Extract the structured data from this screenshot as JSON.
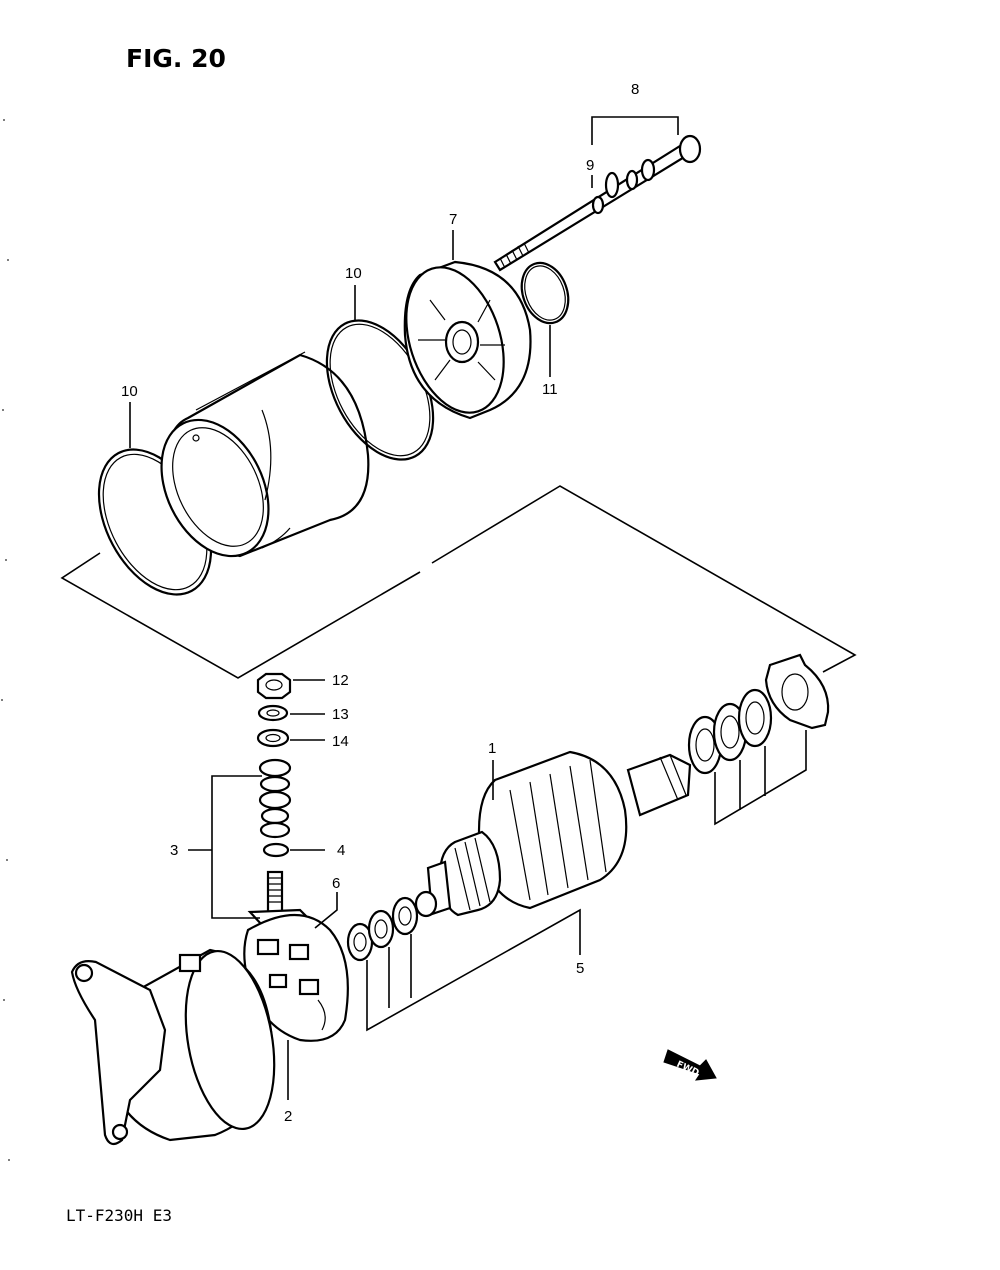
{
  "figure": {
    "title": "FIG. 20"
  },
  "model": {
    "code": "LT-F230H  E3"
  },
  "callouts": {
    "c1": "1",
    "c2": "2",
    "c3": "3",
    "c4": "4",
    "c5": "5",
    "c6": "6",
    "c7": "7",
    "c8": "8",
    "c9": "9",
    "c10a": "10",
    "c10b": "10",
    "c11": "11",
    "c12": "12",
    "c13": "13",
    "c14": "14"
  },
  "fwd": {
    "label": "FWD"
  }
}
